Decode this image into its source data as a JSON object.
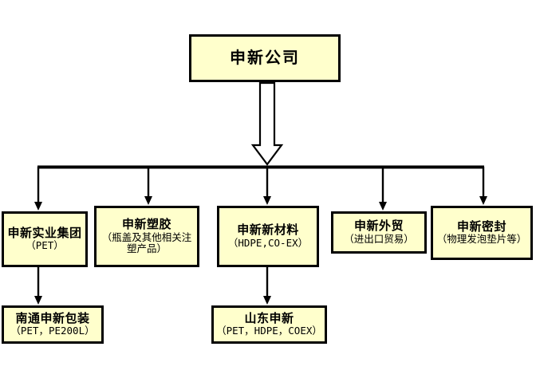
{
  "diagram": {
    "type": "org-chart",
    "title_node": {
      "id": "root",
      "title": "申新公司",
      "sub": ""
    },
    "level2": [
      {
        "id": "sy",
        "title": "申新实业集团",
        "sub": "（PET）"
      },
      {
        "id": "sj",
        "title": "申新塑胶",
        "sub": "（瓶盖及其他相关注塑产品）"
      },
      {
        "id": "xcl",
        "title": "申新新材料",
        "sub": "（HDPE,CO-EX）"
      },
      {
        "id": "wm",
        "title": "申新外贸",
        "sub": "（进出口贸易）"
      },
      {
        "id": "mf",
        "title": "申新密封",
        "sub": "（物理发泡垫片等）"
      }
    ],
    "level3": [
      {
        "id": "ntbz",
        "title": "南通申新包装",
        "sub": "（PET，PE200L）"
      },
      {
        "id": "sdsx",
        "title": "山东申新",
        "sub": "（PET，HDPE，COEX）"
      }
    ],
    "colors": {
      "node_fill": "#FFFFCC",
      "node_border": "#000000",
      "connector": "#000000",
      "background": "#FFFFFF"
    }
  }
}
